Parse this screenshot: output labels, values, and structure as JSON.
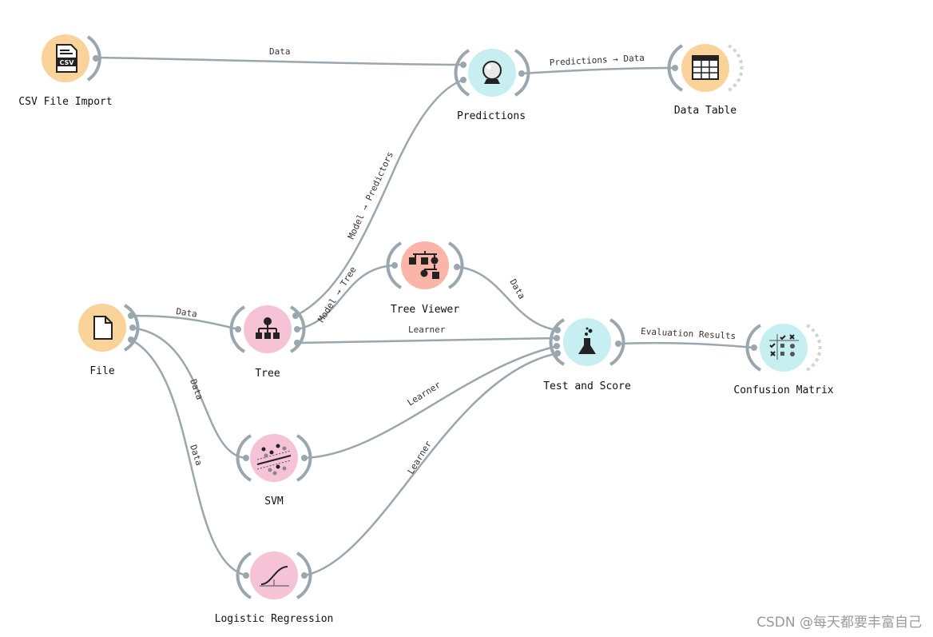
{
  "widgets": {
    "csv_import": {
      "label": "CSV File Import",
      "icon": "csv-file-icon",
      "color": "#FAD39A"
    },
    "file": {
      "label": "File",
      "icon": "file-icon",
      "color": "#FAD39A"
    },
    "tree": {
      "label": "Tree",
      "icon": "tree-icon",
      "color": "#F6C3D6"
    },
    "svm": {
      "label": "SVM",
      "icon": "svm-icon",
      "color": "#F6C3D6"
    },
    "logreg": {
      "label": "Logistic Regression",
      "icon": "logistic-curve-icon",
      "color": "#F6C3D6"
    },
    "tree_viewer": {
      "label": "Tree Viewer",
      "icon": "tree-viewer-icon",
      "color": "#FAB5A8"
    },
    "predictions": {
      "label": "Predictions",
      "icon": "crystal-ball-icon",
      "color": "#C7EEF0"
    },
    "test_score": {
      "label": "Test and Score",
      "icon": "flask-icon",
      "color": "#C7EEF0"
    },
    "data_table": {
      "label": "Data Table",
      "icon": "table-icon",
      "color": "#FAD39A"
    },
    "confusion": {
      "label": "Confusion Matrix",
      "icon": "confusion-matrix-icon",
      "color": "#C7EEF0"
    }
  },
  "links": {
    "csv_predictions": "Data",
    "predictions_table": "Predictions → Data",
    "file_tree": "Data",
    "file_svm": "Data",
    "file_logreg": "Data",
    "tree_predictions": "Model → Predictors",
    "tree_viewer": "Model → Tree",
    "tree_test": "Learner",
    "viewer_test": "Data",
    "svm_test": "Learner",
    "logreg_test": "Learner",
    "test_confusion": "Evaluation Results"
  },
  "watermark": "CSDN @每天都要丰富自己"
}
